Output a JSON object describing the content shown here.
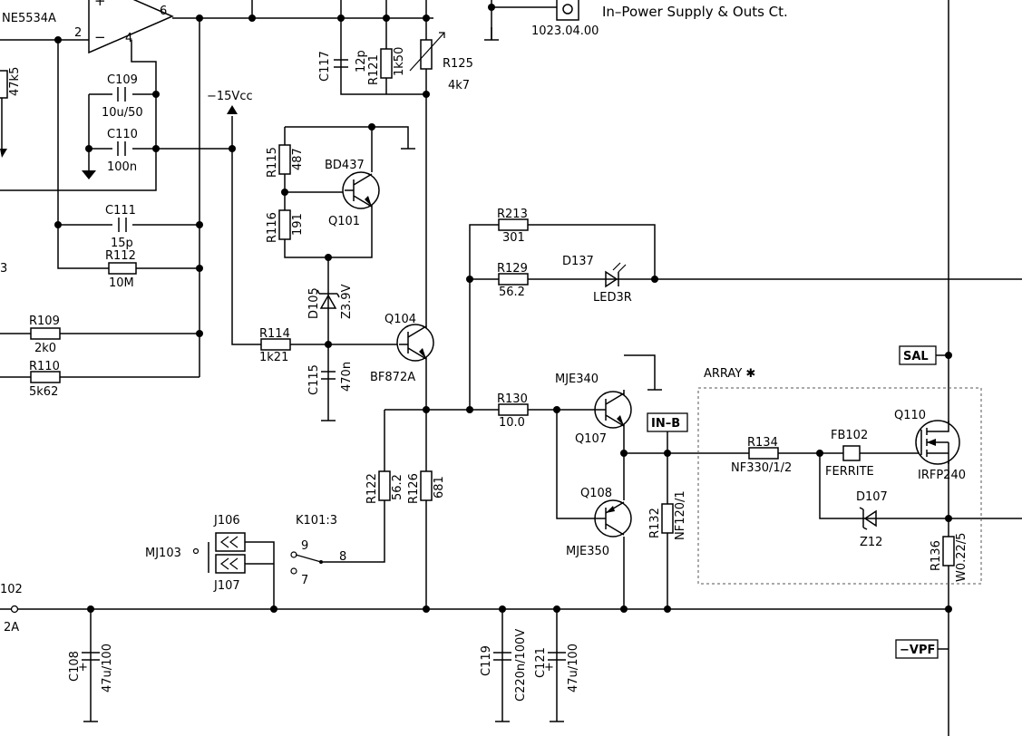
{
  "labels": {
    "ne5534a": "NE5534A",
    "pin2": "2",
    "pin4": "4",
    "pin6": "6",
    "minus_sign": "−",
    "plus_sign": "+",
    "r47k5": "47k5",
    "partial_3": "3",
    "partial_102": "102",
    "fuse_2a": "2A",
    "c109": "C109",
    "c109_val": "10u/50",
    "c110": "C110",
    "c110_val": "100n",
    "c111": "C111",
    "c111_val": "15p",
    "r112": "R112",
    "r112_val": "10M",
    "r109": "R109",
    "r109_val": "2k0",
    "r110": "R110",
    "r110_val": "5k62",
    "neg15": "−15Vcc",
    "c117": "C117",
    "c117_val": "12p",
    "r121": "R121",
    "r121_val": "1k50",
    "r125": "R125",
    "r125_val": "4k7",
    "conn_label": "In–Power Supply & Outs Ct.",
    "conn_code": "1023.04.00",
    "r115": "R115",
    "r115_val": "487",
    "r116": "R116",
    "r116_val": "191",
    "bd437": "BD437",
    "q101": "Q101",
    "d105": "D105",
    "d105_val": "Z3.9V",
    "r114": "R114",
    "r114_val": "1k21",
    "c115": "C115",
    "c115_val": "470n",
    "q104": "Q104",
    "bf872a": "BF872A",
    "r213": "R213",
    "r213_val": "301",
    "r129": "R129",
    "r129_val": "56.2",
    "d137": "D137",
    "led3r": "LED3R",
    "r130": "R130",
    "r130_val": "10.0",
    "mje340": "MJE340",
    "q107": "Q107",
    "q108": "Q108",
    "mje350": "MJE350",
    "r122": "R122",
    "r122_val": "56.2",
    "r126": "R126",
    "r126_val": "681",
    "r132": "R132",
    "r132_val": "NF120/1",
    "in_b": "IN–B",
    "array": "ARRAY ✱",
    "r134": "R134",
    "r134_val": "NF330/1/2",
    "fb102": "FB102",
    "ferrite": "FERRITE",
    "q110": "Q110",
    "irfp240": "IRFP240",
    "d107": "D107",
    "z12": "Z12",
    "r136": "R136",
    "r136_val": "W0.22/5",
    "sal": "SAL",
    "vpf": "−VPF",
    "j106": "J106",
    "j107": "J107",
    "mj103": "MJ103",
    "k101": "K101:3",
    "k_pin9": "9",
    "k_pin8": "8",
    "k_pin7": "7",
    "c108": "C108",
    "c108_val": "47u/100",
    "c119": "C119",
    "c119_val": "C220n/100V",
    "c121": "C121",
    "c121_val": "47u/100"
  }
}
